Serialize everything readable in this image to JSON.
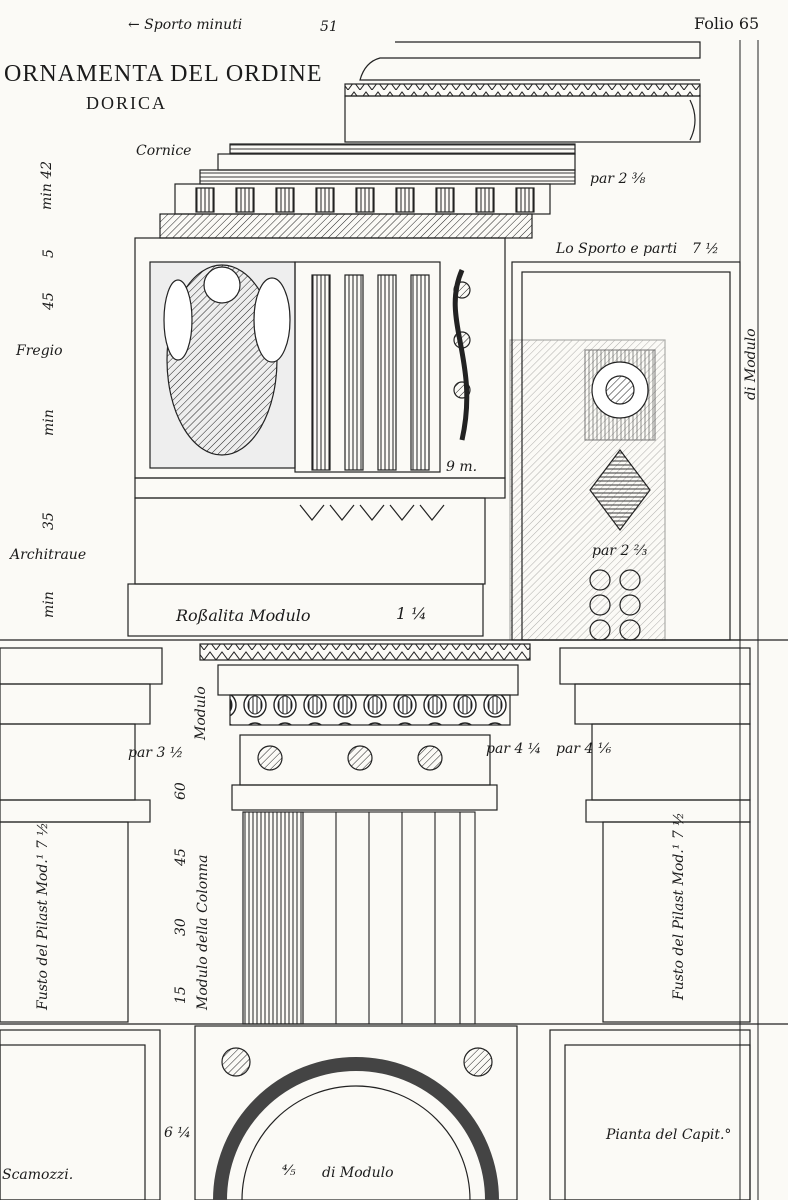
{
  "header": {
    "sporto": "← Sporto   minuti",
    "sporto_num": "51",
    "folio": "Folio 65"
  },
  "title": {
    "line1": "ORNAMENTA DEL ORDINE",
    "line2": "DORICA"
  },
  "labels": {
    "cornice": "Cornice",
    "fregio": "Fregio",
    "architraue": "Architraue",
    "sporto_parti": "Lo Sporto   e parti",
    "sporto_parti_val": "7 ½",
    "di_modulo_right": "di Modulo",
    "rossalita": "Roßalita  Modulo",
    "rossalita_val": "1 ¼",
    "par_cornice": "par   2 ⅜",
    "par_cap_left": "par 3 ½",
    "par_cap_mid": "par 4 ¼",
    "par_cap_right": "par 4 ⅙",
    "par_arch": "par  2 ⅔",
    "nine_m": "9 m.",
    "modulo_vert": "Modulo",
    "colonna_vert": "Modulo   della   Colonna",
    "fusto_left": "Fusto del Pilast Mod.¹ 7 ½",
    "fusto_right": "Fusto del Pilast Mod.¹ 7 ½",
    "pianta": "Pianta del Capit.°",
    "scamozzi": "Scamozzi.",
    "bottom_modulo": "di  Modulo",
    "bottom_frac": "⅘",
    "six_quarter": "6 ¼"
  },
  "left_scale": {
    "min42": "min 42",
    "five": "5",
    "fortyfive": "45",
    "min_a": "min",
    "thirtyfive": "35",
    "min_b": "min"
  },
  "column_scale": [
    "60",
    "45",
    "30",
    "15"
  ]
}
